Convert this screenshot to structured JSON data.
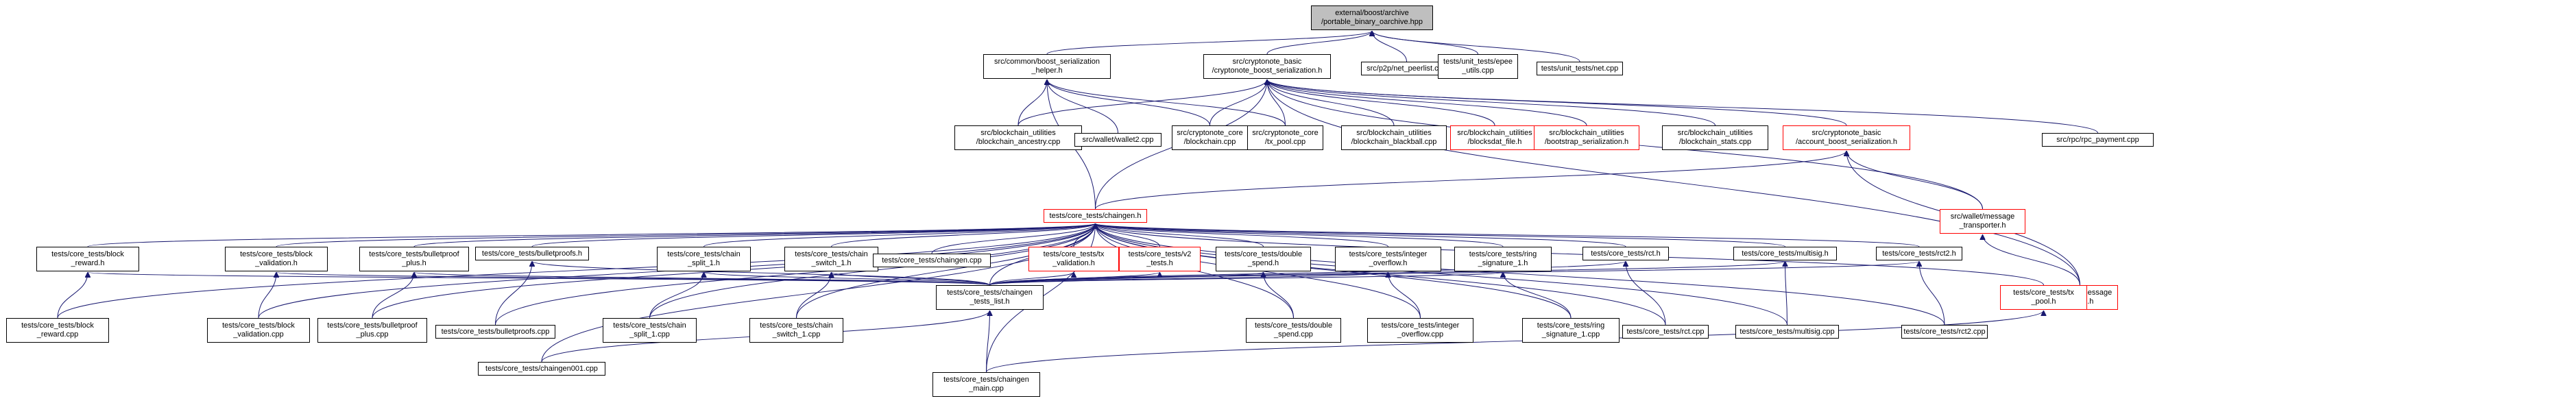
{
  "colors": {
    "edge": "#191970",
    "border": "#000000",
    "missing_border": "#ff0000",
    "root_fill": "#bfbfbf"
  },
  "nodes": [
    {
      "id": "root",
      "lines": [
        "external/boost/archive",
        "/portable_binary_oarchive.hpp"
      ],
      "kind": "root"
    },
    {
      "id": "cbsh",
      "lines": [
        "src/common/boost_serialization",
        "_helper.h"
      ],
      "kind": "normal"
    },
    {
      "id": "cnbs",
      "lines": [
        "src/cryptonote_basic",
        "/cryptonote_boost_serialization.h"
      ],
      "kind": "normal"
    },
    {
      "id": "netpl",
      "lines": [
        "src/p2p/net_peerlist.cpp"
      ],
      "kind": "normal"
    },
    {
      "id": "epee",
      "lines": [
        "tests/unit_tests/epee",
        "_utils.cpp"
      ],
      "kind": "normal"
    },
    {
      "id": "utnet",
      "lines": [
        "tests/unit_tests/net.cpp"
      ],
      "kind": "normal"
    },
    {
      "id": "anc",
      "lines": [
        "src/blockchain_utilities",
        "/blockchain_ancestry.cpp"
      ],
      "kind": "normal"
    },
    {
      "id": "wallet2",
      "lines": [
        "src/wallet/wallet2.cpp"
      ],
      "kind": "normal"
    },
    {
      "id": "bccpp",
      "lines": [
        "src/cryptonote_core",
        "/blockchain.cpp"
      ],
      "kind": "normal"
    },
    {
      "id": "txpool",
      "lines": [
        "src/cryptonote_core",
        "/tx_pool.cpp"
      ],
      "kind": "normal"
    },
    {
      "id": "blackball",
      "lines": [
        "src/blockchain_utilities",
        "/blockchain_blackball.cpp"
      ],
      "kind": "normal"
    },
    {
      "id": "bsdat",
      "lines": [
        "src/blockchain_utilities",
        "/blocksdat_file.h"
      ],
      "kind": "missing"
    },
    {
      "id": "bootser",
      "lines": [
        "src/blockchain_utilities",
        "/bootstrap_serialization.h"
      ],
      "kind": "missing"
    },
    {
      "id": "bcstats",
      "lines": [
        "src/blockchain_utilities",
        "/blockchain_stats.cpp"
      ],
      "kind": "normal"
    },
    {
      "id": "accser",
      "lines": [
        "src/cryptonote_basic",
        "/account_boost_serialization.h"
      ],
      "kind": "missing"
    },
    {
      "id": "rpcpay",
      "lines": [
        "src/rpc/rpc_payment.cpp"
      ],
      "kind": "normal"
    },
    {
      "id": "chaingen",
      "lines": [
        "tests/core_tests/chaingen.h"
      ],
      "kind": "missing"
    },
    {
      "id": "msgtrans",
      "lines": [
        "src/wallet/message",
        "_transporter.h"
      ],
      "kind": "missing"
    },
    {
      "id": "msgstore",
      "lines": [
        "src/wallet/message",
        "_store.h"
      ],
      "kind": "missing"
    },
    {
      "id": "blkreward",
      "lines": [
        "tests/core_tests/block",
        "_reward.h"
      ],
      "kind": "normal"
    },
    {
      "id": "blkval",
      "lines": [
        "tests/core_tests/block",
        "_validation.h"
      ],
      "kind": "normal"
    },
    {
      "id": "bpplus",
      "lines": [
        "tests/core_tests/bulletproof",
        "_plus.h"
      ],
      "kind": "normal"
    },
    {
      "id": "bp",
      "lines": [
        "tests/core_tests/bulletproofs.h"
      ],
      "kind": "normal"
    },
    {
      "id": "chsplit",
      "lines": [
        "tests/core_tests/chain",
        "_split_1.h"
      ],
      "kind": "normal"
    },
    {
      "id": "chswitch",
      "lines": [
        "tests/core_tests/chain",
        "_switch_1.h"
      ],
      "kind": "normal"
    },
    {
      "id": "chaingencpp",
      "lines": [
        "tests/core_tests/chaingen.cpp"
      ],
      "kind": "normal"
    },
    {
      "id": "txval",
      "lines": [
        "tests/core_tests/tx",
        "_validation.h"
      ],
      "kind": "missing"
    },
    {
      "id": "v2tests",
      "lines": [
        "tests/core_tests/v2",
        "_tests.h"
      ],
      "kind": "missing"
    },
    {
      "id": "dblspend",
      "lines": [
        "tests/core_tests/double",
        "_spend.h"
      ],
      "kind": "normal"
    },
    {
      "id": "intov",
      "lines": [
        "tests/core_tests/integer",
        "_overflow.h"
      ],
      "kind": "normal"
    },
    {
      "id": "ringsig",
      "lines": [
        "tests/core_tests/ring",
        "_signature_1.h"
      ],
      "kind": "normal"
    },
    {
      "id": "rct",
      "lines": [
        "tests/core_tests/rct.h"
      ],
      "kind": "normal"
    },
    {
      "id": "multisig",
      "lines": [
        "tests/core_tests/multisig.h"
      ],
      "kind": "normal"
    },
    {
      "id": "rct2",
      "lines": [
        "tests/core_tests/rct2.h"
      ],
      "kind": "normal"
    },
    {
      "id": "txpoolh",
      "lines": [
        "tests/core_tests/tx",
        "_pool.h"
      ],
      "kind": "missing"
    },
    {
      "id": "cgtl",
      "lines": [
        "tests/core_tests/chaingen",
        "_tests_list.h"
      ],
      "kind": "normal"
    },
    {
      "id": "blkrewardcpp",
      "lines": [
        "tests/core_tests/block",
        "_reward.cpp"
      ],
      "kind": "normal"
    },
    {
      "id": "blkvalcpp",
      "lines": [
        "tests/core_tests/block",
        "_validation.cpp"
      ],
      "kind": "normal"
    },
    {
      "id": "bppluscpp",
      "lines": [
        "tests/core_tests/bulletproof",
        "_plus.cpp"
      ],
      "kind": "normal"
    },
    {
      "id": "bpcpp",
      "lines": [
        "tests/core_tests/bulletproofs.cpp"
      ],
      "kind": "normal"
    },
    {
      "id": "chsplitcpp",
      "lines": [
        "tests/core_tests/chain",
        "_split_1.cpp"
      ],
      "kind": "normal"
    },
    {
      "id": "chswitchcpp",
      "lines": [
        "tests/core_tests/chain",
        "_switch_1.cpp"
      ],
      "kind": "normal"
    },
    {
      "id": "dblspendcpp",
      "lines": [
        "tests/core_tests/double",
        "_spend.cpp"
      ],
      "kind": "normal"
    },
    {
      "id": "intovcpp",
      "lines": [
        "tests/core_tests/integer",
        "_overflow.cpp"
      ],
      "kind": "normal"
    },
    {
      "id": "ringsigcpp",
      "lines": [
        "tests/core_tests/ring",
        "_signature_1.cpp"
      ],
      "kind": "normal"
    },
    {
      "id": "rctcpp",
      "lines": [
        "tests/core_tests/rct.cpp"
      ],
      "kind": "normal"
    },
    {
      "id": "multisigcpp",
      "lines": [
        "tests/core_tests/multisig.cpp"
      ],
      "kind": "normal"
    },
    {
      "id": "rct2cpp",
      "lines": [
        "tests/core_tests/rct2.cpp"
      ],
      "kind": "normal"
    },
    {
      "id": "cg001",
      "lines": [
        "tests/core_tests/chaingen001.cpp"
      ],
      "kind": "normal"
    },
    {
      "id": "cgmain",
      "lines": [
        "tests/core_tests/chaingen",
        "_main.cpp"
      ],
      "kind": "normal"
    }
  ],
  "edges": [
    [
      "cbsh",
      "root"
    ],
    [
      "cnbs",
      "root"
    ],
    [
      "netpl",
      "root"
    ],
    [
      "epee",
      "root"
    ],
    [
      "utnet",
      "root"
    ],
    [
      "anc",
      "cbsh"
    ],
    [
      "wallet2",
      "cbsh"
    ],
    [
      "bccpp",
      "cbsh"
    ],
    [
      "txpool",
      "cbsh"
    ],
    [
      "chaingen",
      "cbsh"
    ],
    [
      "anc",
      "cnbs"
    ],
    [
      "bccpp",
      "cnbs"
    ],
    [
      "txpool",
      "cnbs"
    ],
    [
      "blackball",
      "cnbs"
    ],
    [
      "bsdat",
      "cnbs"
    ],
    [
      "bootser",
      "cnbs"
    ],
    [
      "bcstats",
      "cnbs"
    ],
    [
      "accser",
      "cnbs"
    ],
    [
      "rpcpay",
      "cnbs"
    ],
    [
      "msgtrans",
      "cnbs"
    ],
    [
      "msgstore",
      "cnbs"
    ],
    [
      "chaingen",
      "cnbs"
    ],
    [
      "chaingen",
      "accser"
    ],
    [
      "msgtrans",
      "accser"
    ],
    [
      "msgstore",
      "accser"
    ],
    [
      "msgstore",
      "msgtrans"
    ],
    [
      "blkreward",
      "chaingen"
    ],
    [
      "blkval",
      "chaingen"
    ],
    [
      "bpplus",
      "chaingen"
    ],
    [
      "bp",
      "chaingen"
    ],
    [
      "chsplit",
      "chaingen"
    ],
    [
      "chswitch",
      "chaingen"
    ],
    [
      "chaingencpp",
      "chaingen"
    ],
    [
      "txval",
      "chaingen"
    ],
    [
      "v2tests",
      "chaingen"
    ],
    [
      "dblspend",
      "chaingen"
    ],
    [
      "intov",
      "chaingen"
    ],
    [
      "ringsig",
      "chaingen"
    ],
    [
      "rct",
      "chaingen"
    ],
    [
      "multisig",
      "chaingen"
    ],
    [
      "rct2",
      "chaingen"
    ],
    [
      "txpoolh",
      "chaingen"
    ],
    [
      "cgtl",
      "chaingen"
    ],
    [
      "blkrewardcpp",
      "chaingen"
    ],
    [
      "blkvalcpp",
      "chaingen"
    ],
    [
      "bppluscpp",
      "chaingen"
    ],
    [
      "bpcpp",
      "chaingen"
    ],
    [
      "chsplitcpp",
      "chaingen"
    ],
    [
      "chswitchcpp",
      "chaingen"
    ],
    [
      "dblspendcpp",
      "chaingen"
    ],
    [
      "intovcpp",
      "chaingen"
    ],
    [
      "ringsigcpp",
      "chaingen"
    ],
    [
      "rctcpp",
      "chaingen"
    ],
    [
      "multisigcpp",
      "chaingen"
    ],
    [
      "rct2cpp",
      "chaingen"
    ],
    [
      "cg001",
      "chaingen"
    ],
    [
      "cgmain",
      "chaingen"
    ],
    [
      "blkrewardcpp",
      "blkreward"
    ],
    [
      "cgtl",
      "blkreward"
    ],
    [
      "blkvalcpp",
      "blkval"
    ],
    [
      "cgtl",
      "blkval"
    ],
    [
      "bppluscpp",
      "bpplus"
    ],
    [
      "cgtl",
      "bpplus"
    ],
    [
      "bpcpp",
      "bp"
    ],
    [
      "cgtl",
      "bp"
    ],
    [
      "chsplitcpp",
      "chsplit"
    ],
    [
      "cgtl",
      "chsplit"
    ],
    [
      "chswitchcpp",
      "chswitch"
    ],
    [
      "cgtl",
      "chswitch"
    ],
    [
      "cgtl",
      "txval"
    ],
    [
      "cgtl",
      "v2tests"
    ],
    [
      "dblspendcpp",
      "dblspend"
    ],
    [
      "cgtl",
      "dblspend"
    ],
    [
      "intovcpp",
      "intov"
    ],
    [
      "cgtl",
      "intov"
    ],
    [
      "ringsigcpp",
      "ringsig"
    ],
    [
      "cgtl",
      "ringsig"
    ],
    [
      "rctcpp",
      "rct"
    ],
    [
      "cgtl",
      "rct"
    ],
    [
      "multisigcpp",
      "multisig"
    ],
    [
      "cgtl",
      "multisig"
    ],
    [
      "rct2cpp",
      "rct2"
    ],
    [
      "cgtl",
      "rct2"
    ],
    [
      "cgmain",
      "txpoolh"
    ],
    [
      "cg001",
      "cgtl"
    ],
    [
      "cgmain",
      "cgtl"
    ]
  ]
}
